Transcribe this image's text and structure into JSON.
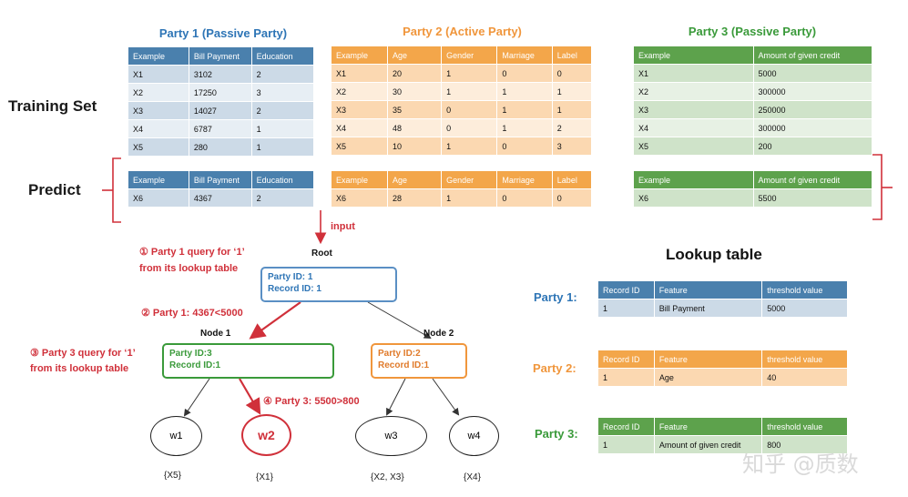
{
  "parties": {
    "p1": {
      "title": "Party 1 (Passive Party)",
      "color": "#2e75b6"
    },
    "p2": {
      "title": "Party 2 (Active Party)",
      "color": "#f0963c"
    },
    "p3": {
      "title": "Party 3 (Passive Party)",
      "color": "#3a9a3a"
    }
  },
  "labels": {
    "training": "Training Set",
    "predict": "Predict",
    "input": "input"
  },
  "train1": {
    "headers": [
      "Example",
      "Bill Payment",
      "Education"
    ],
    "rows": [
      [
        "X1",
        "3102",
        "2"
      ],
      [
        "X2",
        "17250",
        "3"
      ],
      [
        "X3",
        "14027",
        "2"
      ],
      [
        "X4",
        "6787",
        "1"
      ],
      [
        "X5",
        "280",
        "1"
      ]
    ]
  },
  "train2": {
    "headers": [
      "Example",
      "Age",
      "Gender",
      "Marriage",
      "Label"
    ],
    "rows": [
      [
        "X1",
        "20",
        "1",
        "0",
        "0"
      ],
      [
        "X2",
        "30",
        "1",
        "1",
        "1"
      ],
      [
        "X3",
        "35",
        "0",
        "1",
        "1"
      ],
      [
        "X4",
        "48",
        "0",
        "1",
        "2"
      ],
      [
        "X5",
        "10",
        "1",
        "0",
        "3"
      ]
    ]
  },
  "train3": {
    "headers": [
      "Example",
      "Amount of given credit"
    ],
    "rows": [
      [
        "X1",
        "5000"
      ],
      [
        "X2",
        "300000"
      ],
      [
        "X3",
        "250000"
      ],
      [
        "X4",
        "300000"
      ],
      [
        "X5",
        "200"
      ]
    ]
  },
  "pred1": {
    "headers": [
      "Example",
      "Bill Payment",
      "Education"
    ],
    "row": [
      "X6",
      "4367",
      "2"
    ]
  },
  "pred2": {
    "headers": [
      "Example",
      "Age",
      "Gender",
      "Marriage",
      "Label"
    ],
    "row": [
      "X6",
      "28",
      "1",
      "0",
      "0"
    ]
  },
  "pred3": {
    "headers": [
      "Example",
      "Amount of given credit"
    ],
    "row": [
      "X6",
      "5500"
    ]
  },
  "steps": {
    "s1a": "① Party 1 query for ‘1’",
    "s1b": "from its lookup table",
    "s2": "② Party 1: 4367<5000",
    "s3a": "③ Party 3 query for ‘1’",
    "s3b": "from its lookup table",
    "s4": "④ Party 3: 5500>800"
  },
  "tree": {
    "root_label": "Root",
    "root_l1": "Party ID: 1",
    "root_l2": "Record ID: 1",
    "node1_label": "Node 1",
    "node1_l1": "Party ID:3",
    "node1_l2": "Record ID:1",
    "node2_label": "Node 2",
    "node2_l1": "Party ID:2",
    "node2_l2": "Record ID:1",
    "leaves": [
      {
        "w": "w1",
        "set": "{X5}"
      },
      {
        "w": "w2",
        "set": "{X1}"
      },
      {
        "w": "w3",
        "set": "{X2, X3}"
      },
      {
        "w": "w4",
        "set": "{X4}"
      }
    ]
  },
  "lookup": {
    "title": "Lookup table",
    "headers": [
      "Record ID",
      "Feature",
      "threshold value"
    ],
    "p1": {
      "label": "Party 1:",
      "row": [
        "1",
        "Bill Payment",
        "5000"
      ]
    },
    "p2": {
      "label": "Party 2:",
      "row": [
        "1",
        "Age",
        "40"
      ]
    },
    "p3": {
      "label": "Party 3:",
      "row": [
        "1",
        "Amount of given credit",
        "800"
      ]
    }
  },
  "watermark": "知乎 @质数"
}
